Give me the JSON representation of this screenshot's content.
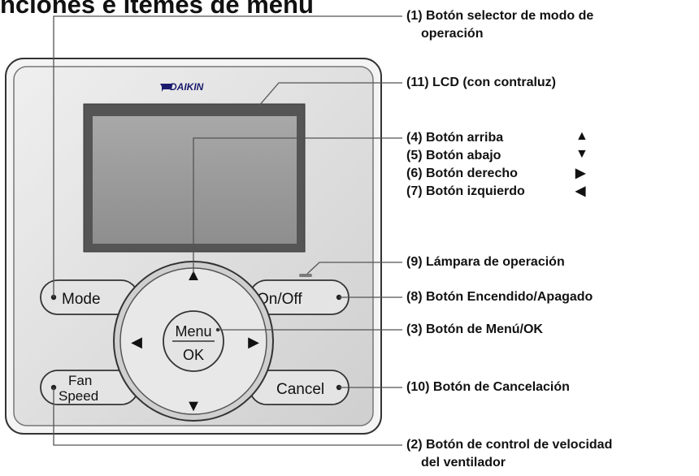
{
  "heading": "nciones e ítemes de menú",
  "brand": "DAIKIN",
  "buttons": {
    "mode": "Mode",
    "fan_speed_line1": "Fan",
    "fan_speed_line2": "Speed",
    "on_off": "On/Off",
    "cancel": "Cancel",
    "menu": "Menu",
    "ok": "OK"
  },
  "dpad_glyphs": {
    "up": "▲",
    "down": "▼",
    "left": "◀",
    "right": "▶"
  },
  "callouts": {
    "c1_line1": "(1) Botón selector de modo de",
    "c1_line2": "operación",
    "c11": "(11) LCD (con contraluz)",
    "c4": "(4) Botón arriba",
    "c5": "(5) Botón abajo",
    "c6": "(6) Botón derecho",
    "c7": "(7) Botón izquierdo",
    "c9": "(9) Lámpara de operación",
    "c8": "(8) Botón Encendido/Apagado",
    "c3": "(3) Botón de Menú/OK",
    "c10": "(10) Botón de Cancelación",
    "c2_line1": "(2)  Botón de control de velocidad",
    "c2_line2": "del ventilador"
  },
  "colors": {
    "panel": "#dcdcdc",
    "panel_border": "#3a3a3a",
    "lcd_frame": "#5c5c5c",
    "lcd_screen": "#999999",
    "button_face": "#e4e4e4",
    "lamp": "#7a7a7a",
    "brand_blue": "#1a1a6e"
  }
}
